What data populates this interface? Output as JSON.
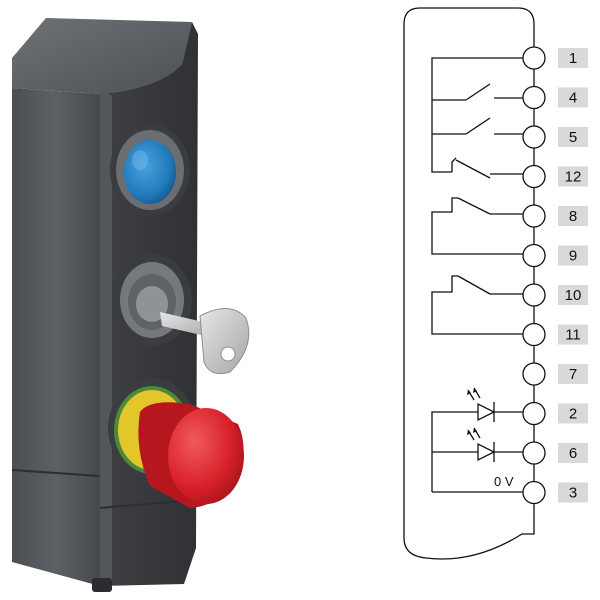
{
  "colors": {
    "housing": "#55585c",
    "housing_dark": "#3a3c40",
    "blue_button": "#1f78b8",
    "red_mushroom": "#d8202a",
    "yellow_ring": "#e3c62a",
    "green_ring": "#4a8a3a",
    "key_metal": "#c8c8c8",
    "label_bg": "#d9d9d9"
  },
  "device": {
    "blue_button_icon": "blue-pushbutton-icon",
    "key_switch_icon": "key-selector-icon",
    "emergency_stop_icon": "emergency-stop-icon"
  },
  "diagram": {
    "terminals": [
      "1",
      "4",
      "5",
      "12",
      "8",
      "9",
      "10",
      "11",
      "7",
      "2",
      "6",
      "3"
    ],
    "voltage_label": "0 V"
  }
}
